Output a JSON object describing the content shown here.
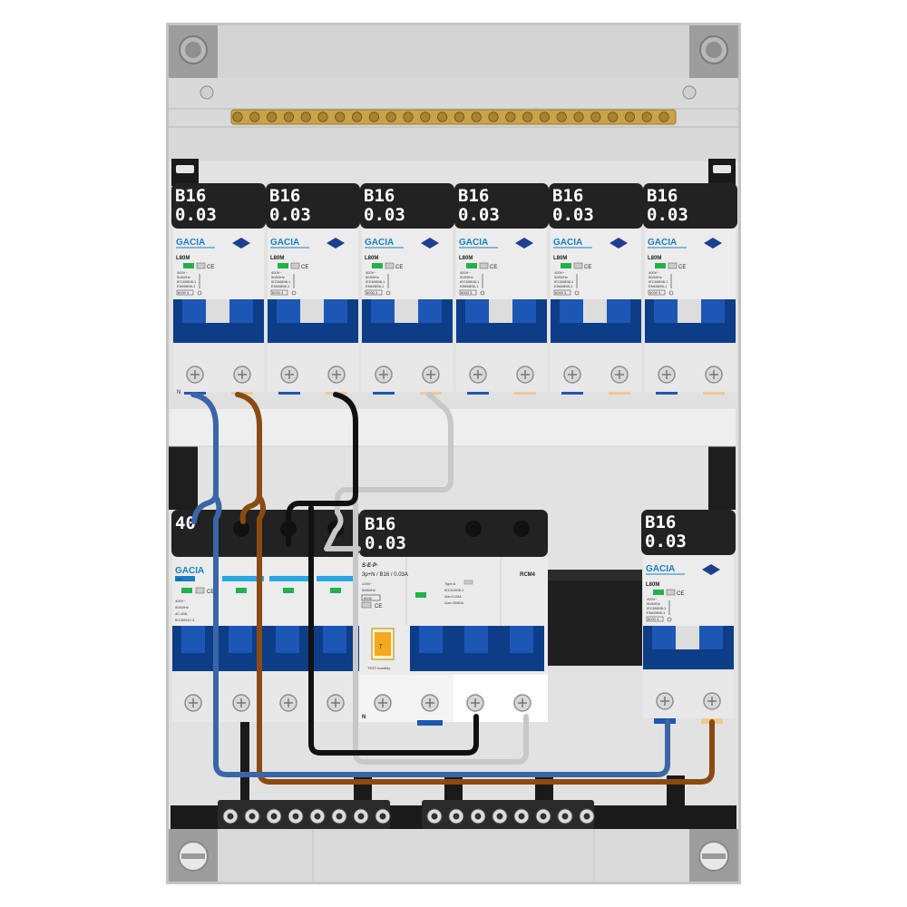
{
  "panel": {
    "upper_row": [
      {
        "rating": "B16",
        "sensitivity": "0.03",
        "brand": "GACIA",
        "model": "L80M",
        "specs": [
          "400V~",
          "50/60Hz",
          "IEC60898-1",
          "EN60898-1",
          "6000  3"
        ]
      },
      {
        "rating": "B16",
        "sensitivity": "0.03",
        "brand": "GACIA",
        "model": "L80M",
        "specs": [
          "400V~",
          "50/60Hz",
          "IEC60898-1",
          "EN60898-1",
          "6000  3"
        ]
      },
      {
        "rating": "B16",
        "sensitivity": "0.03",
        "brand": "GACIA",
        "model": "L80M",
        "specs": [
          "400V~",
          "50/60Hz",
          "IEC60898-1",
          "EN60898-1",
          "6000  3"
        ]
      },
      {
        "rating": "B16",
        "sensitivity": "0.03",
        "brand": "GACIA",
        "model": "L80M",
        "specs": [
          "400V~",
          "50/60Hz",
          "IEC60898-1",
          "EN60898-1",
          "6000  3"
        ]
      },
      {
        "rating": "B16",
        "sensitivity": "0.03",
        "brand": "GACIA",
        "model": "L80M",
        "specs": [
          "400V~",
          "50/60Hz",
          "IEC60898-1",
          "EN60898-1",
          "6000  3"
        ]
      },
      {
        "rating": "B16",
        "sensitivity": "0.03",
        "brand": "GACIA",
        "model": "L80M",
        "specs": [
          "400V~",
          "50/60Hz",
          "IEC60898-1",
          "EN60898-1",
          "6000  3"
        ]
      }
    ],
    "main_switch": {
      "rating": "40",
      "brand": "GACIA",
      "model": "DH",
      "specs": [
        "400V~",
        "50/60Hz",
        "4C-40A",
        "IEC60947-3"
      ]
    },
    "rcbo": {
      "rating": "B16",
      "sensitivity": "0.03",
      "brand": "S·E·P·",
      "model_line": "3p+N / B16 / 0.03A",
      "specs": [
        "415V~",
        "50/60Hz",
        "6000"
      ],
      "test_label": "TEST monthly",
      "test_button": "T",
      "rcm_model": "RCM4",
      "rcm_specs": [
        "Type A",
        "IEC61008-1",
        "IΔn=0.03A",
        "IΔm=3000A"
      ],
      "terminal_label": "N"
    },
    "lower_right": {
      "rating": "B16",
      "sensitivity": "0.03",
      "brand": "GACIA",
      "model": "L80M",
      "specs": [
        "400V~",
        "50/60Hz",
        "IEC60898-1",
        "EN60898-1",
        "6000  3"
      ]
    },
    "neutral_marker": "N"
  },
  "colors": {
    "enclosure": "#dadada",
    "din_rail": "#f1f1f1",
    "breaker_body": "#ebebeb",
    "label_bg": "#222222",
    "handle_blue": "#0e3d87",
    "wire_blue": "#3a66a8",
    "wire_brown": "#8b4a10",
    "wire_black": "#111111",
    "wire_grey": "#c8c8c8",
    "busbar_brass": "#c9a24a",
    "terminal_block": "#1a1a1a"
  }
}
